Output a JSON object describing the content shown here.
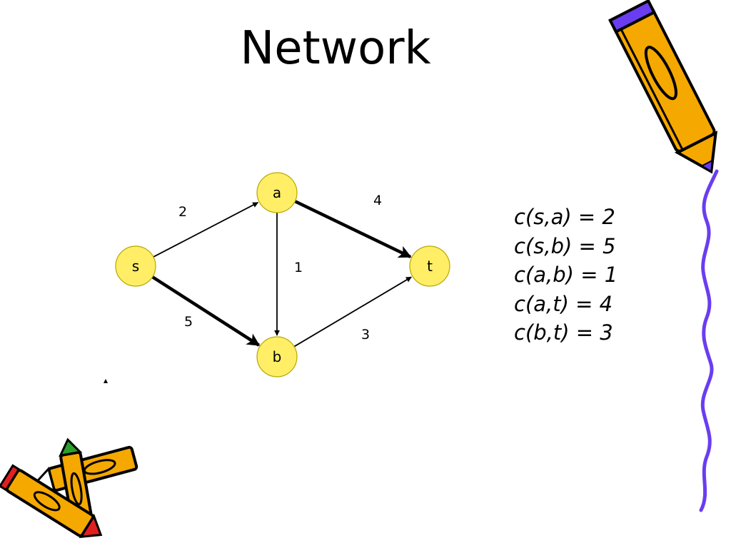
{
  "title": "Network",
  "nodes": [
    {
      "id": "s",
      "label": "s"
    },
    {
      "id": "a",
      "label": "a"
    },
    {
      "id": "b",
      "label": "b"
    },
    {
      "id": "t",
      "label": "t"
    }
  ],
  "edges": [
    {
      "from": "s",
      "to": "a",
      "label": "2",
      "thick": false
    },
    {
      "from": "s",
      "to": "b",
      "label": "5",
      "thick": true
    },
    {
      "from": "a",
      "to": "b",
      "label": "1",
      "thick": false
    },
    {
      "from": "a",
      "to": "t",
      "label": "4",
      "thick": true
    },
    {
      "from": "b",
      "to": "t",
      "label": "3",
      "thick": false
    }
  ],
  "capacities": [
    "c(s,a) = 2",
    "c(s,b) = 5",
    "c(a,b) = 1",
    "c(a,t) = 4",
    "c(b,t) = 3"
  ],
  "colors": {
    "node_fill": "#ffee66",
    "node_stroke": "#b8a800",
    "pencil_body": "#f5a800",
    "pencil_outline": "#000000",
    "pencil_tip": "#6a3df0",
    "squiggle": "#6a3df0"
  },
  "decorations": [
    "pencil-icon",
    "crayon-bundle-icon"
  ]
}
